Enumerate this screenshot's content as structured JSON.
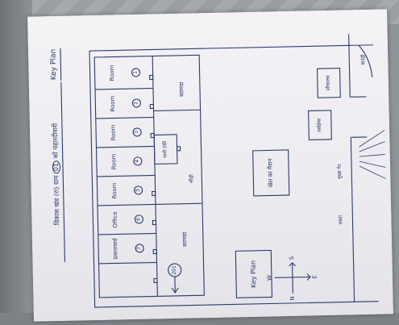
{
  "heading": {
    "prefix": "विकास खंड (रा) ग्राम",
    "circled": "01",
    "suffix": "को चहारदीवारी",
    "key_plan": "Key Plan"
  },
  "rooms": [
    {
      "label": "Room",
      "id": "1"
    },
    {
      "label": "Room",
      "id": "2"
    },
    {
      "label": "Room",
      "id": "3"
    },
    {
      "label": "Room",
      "id": "4"
    },
    {
      "label": "Room",
      "id": "5"
    },
    {
      "label": "Office",
      "id": "6"
    },
    {
      "label": "प्रधानाचार्य",
      "id": "7"
    }
  ],
  "corridor_labels": [
    "बरामदा",
    "बरामदा"
  ],
  "stair_label": "सीढ़ी",
  "stair_box": "पानी टंकी",
  "start_marker": "201",
  "ground_label": "खेल का मैदान",
  "shauchalay": "शौचालय",
  "kitchen": "रसोईघर",
  "gate": "मुख्य गेट",
  "road": "रास्ता",
  "key_plan_box": "Key Plan",
  "compass": {
    "n": "N",
    "s": "S",
    "e": "E",
    "w": "W"
  },
  "corner_note": "बाउंड्री"
}
